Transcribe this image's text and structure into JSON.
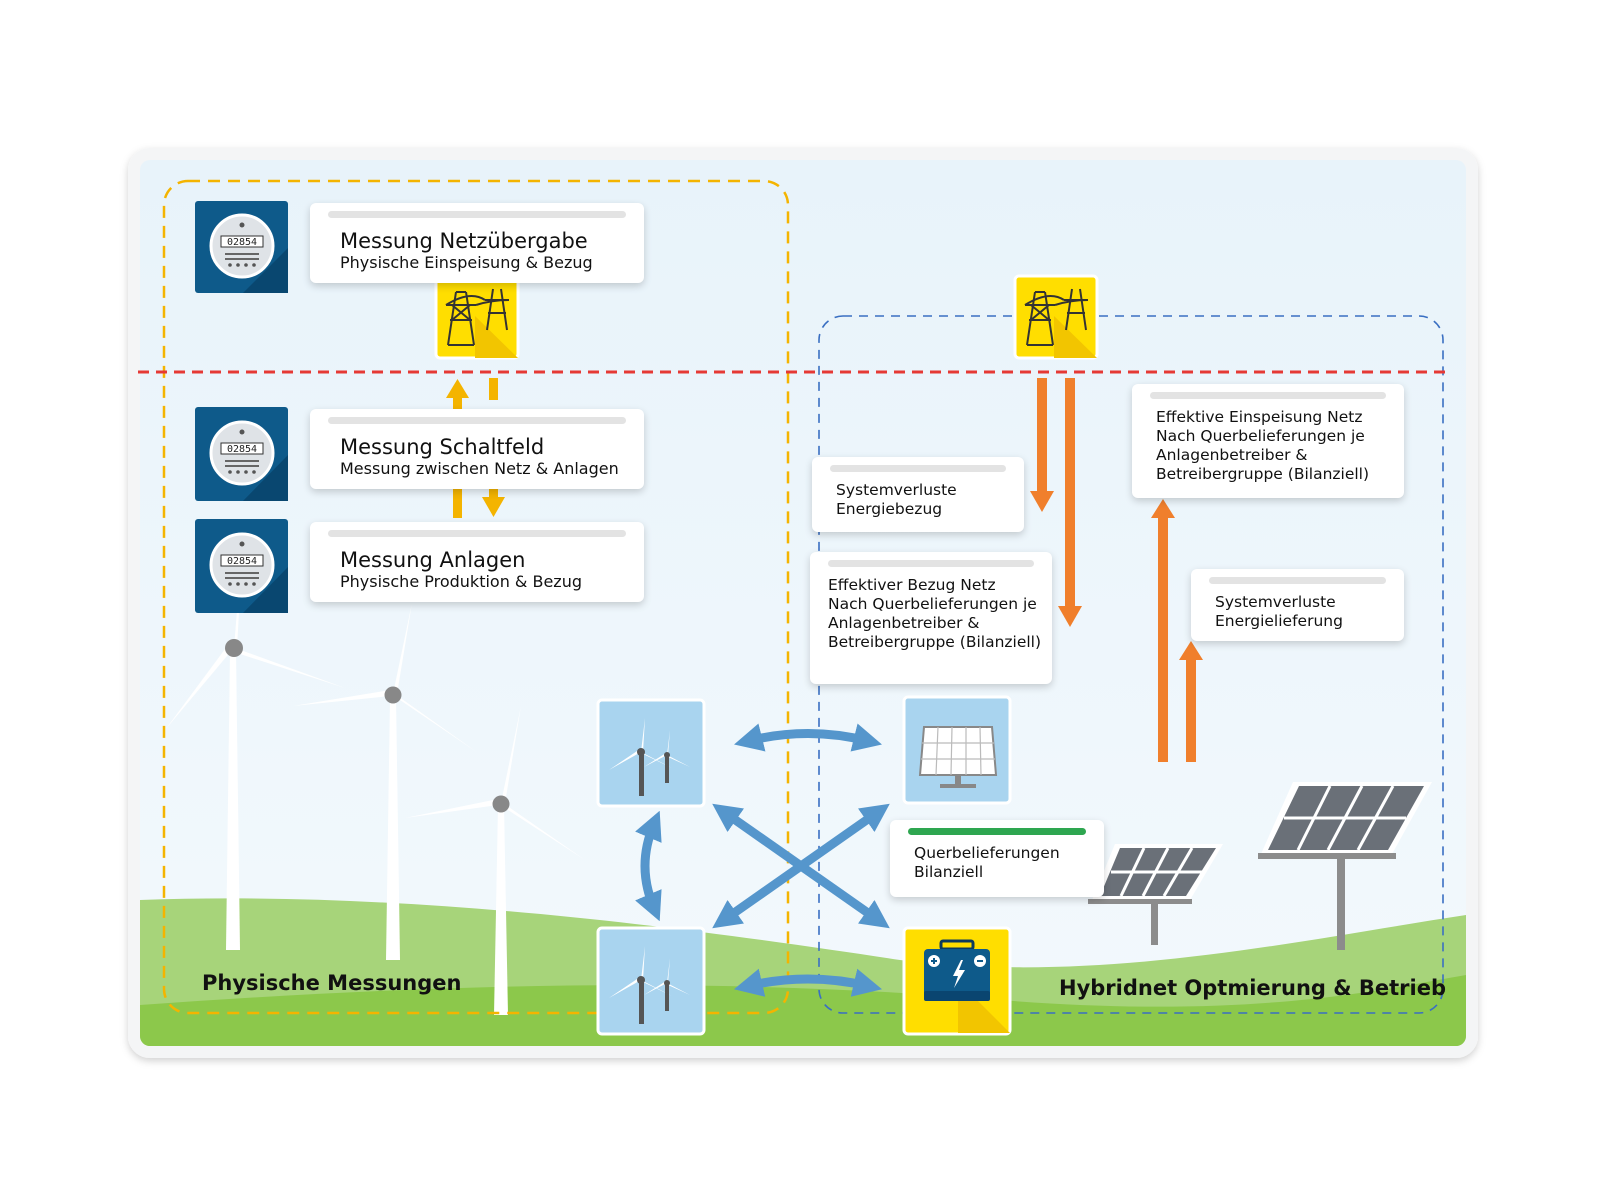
{
  "meter_reading": "02854",
  "measurements": [
    {
      "title": "Messung Netzübergabe",
      "subtitle": "Physische Einspeisung & Bezug"
    },
    {
      "title": "Messung Schaltfeld",
      "subtitle": "Messung zwischen Netz & Anlagen"
    },
    {
      "title": "Messung Anlagen",
      "subtitle": "Physische Produktion & Bezug"
    }
  ],
  "flows": {
    "systemverluste_bezug": [
      "Systemverluste",
      "Energiebezug"
    ],
    "effektiver_bezug": [
      "Effektiver Bezug Netz",
      "Nach Querbelieferungen je",
      "Anlagenbetreiber &",
      "Betreibergruppe (Bilanziell)"
    ],
    "effektive_einspeisung": [
      "Effektive Einspeisung Netz",
      "Nach Querbelieferungen je",
      "Anlagenbetreiber &",
      "Betreibergruppe (Bilanziell)"
    ],
    "systemverluste_lieferung": [
      "Systemverluste",
      "Energielieferung"
    ],
    "querbelieferungen": [
      "Querbelieferungen",
      "Bilanziell"
    ]
  },
  "regions": {
    "left": "Physische Messungen",
    "right": "Hybridnet Optmierung & Betrieb"
  },
  "colors": {
    "meter_tile": "#0e5a8a",
    "pylon_tile": "#ffde00",
    "up_down_arrows": "#f4b400",
    "orange_arrows": "#f07f2c",
    "blue_arrows": "#5596cc",
    "grid_line": "#e53935",
    "left_frame": "#f4b400",
    "right_frame": "#3a6fc2",
    "green_bar": "#2ea650",
    "sky": "#eaf4fb",
    "grass": "#8cc84b"
  }
}
